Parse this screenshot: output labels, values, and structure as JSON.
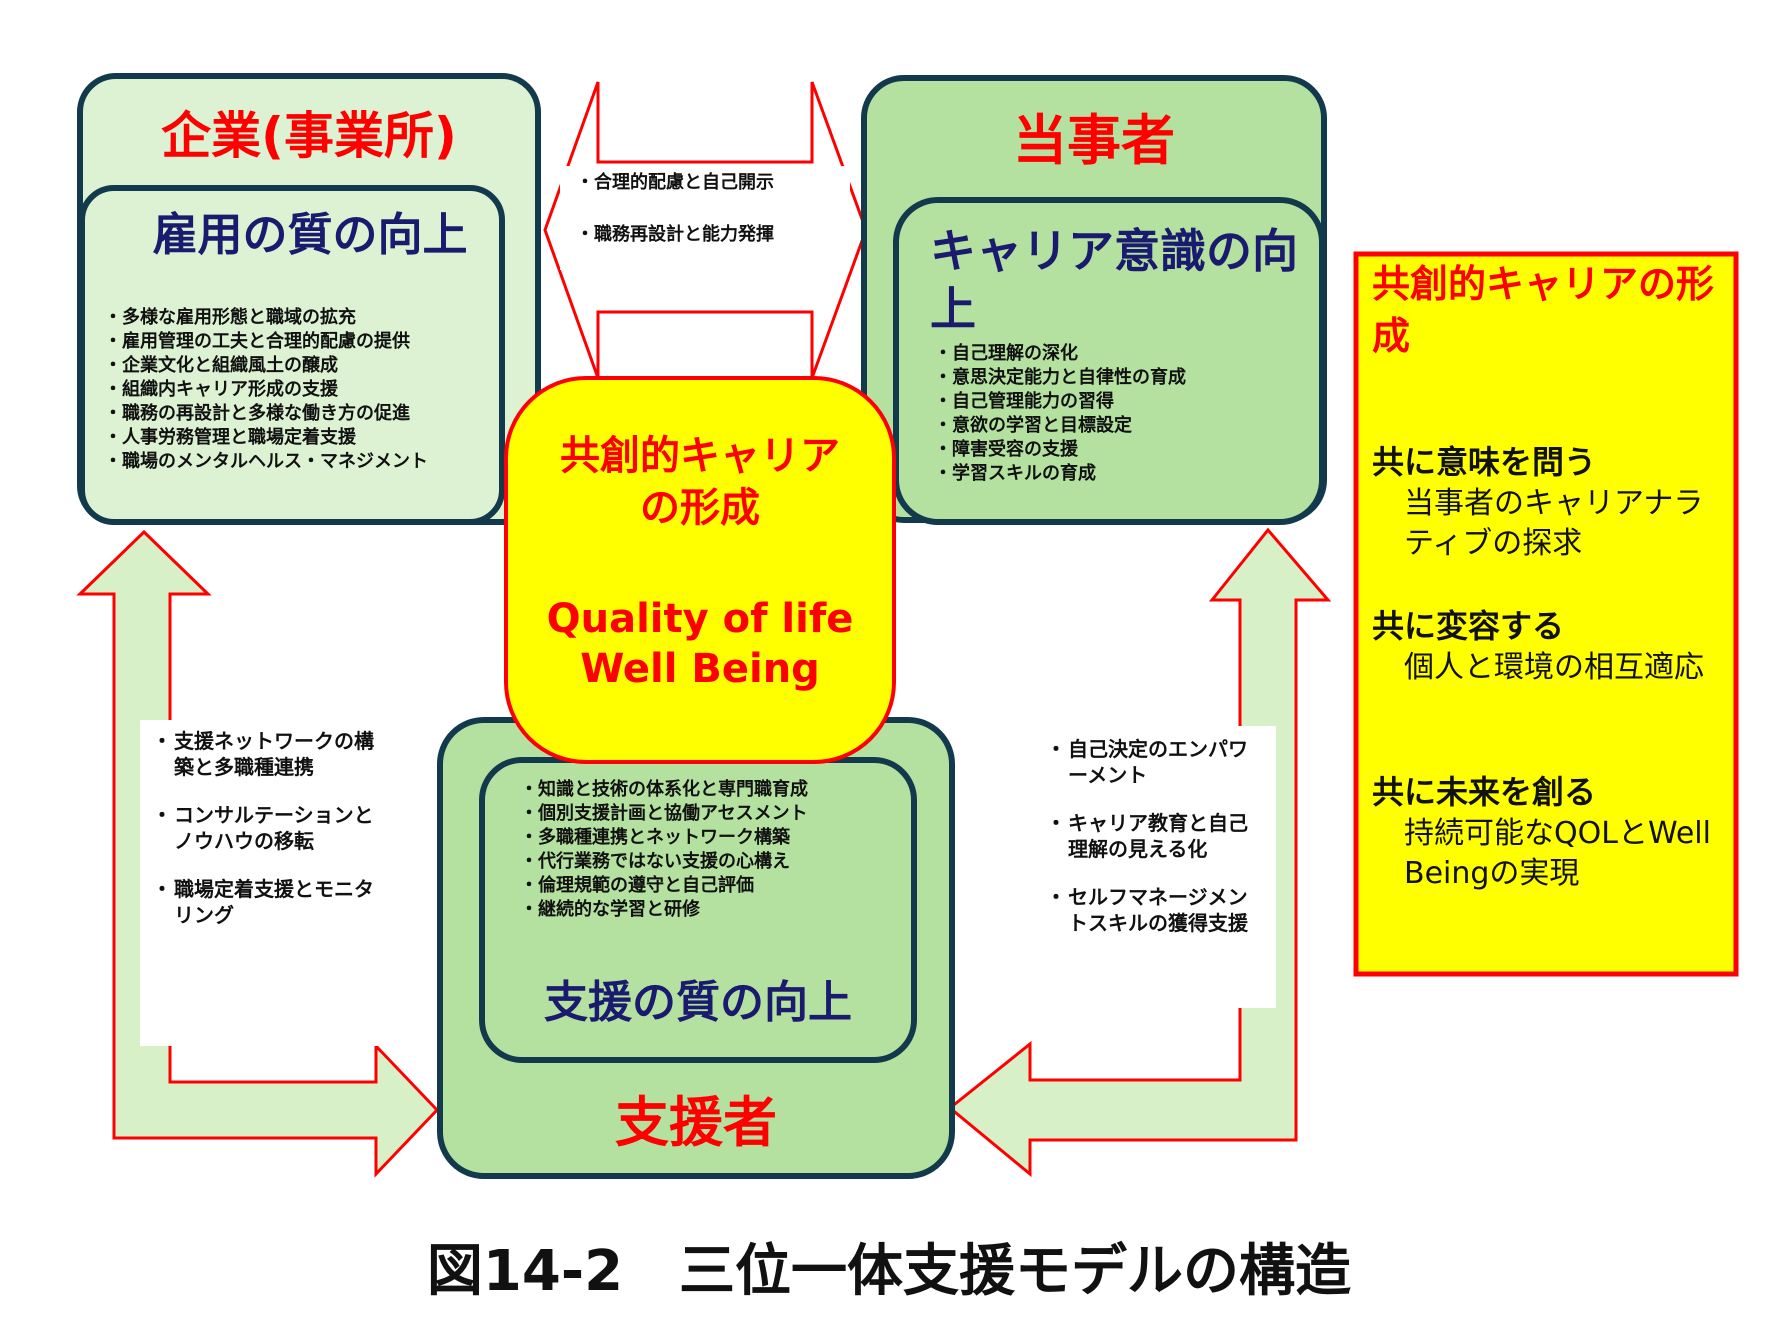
{
  "kigyo": {
    "title": "企業(事業所)",
    "inner_title": "雇用の質の向上",
    "items": [
      "多様な雇用形態と職域の拡充",
      "雇用管理の工夫と合理的配慮の提供",
      "企業文化と組織風土の醸成",
      "組織内キャリア形成の支援",
      "職務の再設計と多様な働き方の促進",
      "人事労務管理と職場定着支援",
      "職場のメンタルヘルス・マネジメント"
    ]
  },
  "tojisha": {
    "title": "当事者",
    "inner_title": "キャリア意識の向上",
    "items": [
      "自己理解の深化",
      "意思決定能力と自律性の育成",
      "自己管理能力の習得",
      "意欲の学習と目標設定",
      "障害受容の支援",
      "学習スキルの育成"
    ]
  },
  "shiensha": {
    "title": "支援者",
    "inner_title": "支援の質の向上",
    "items": [
      "知識と技術の体系化と専門職育成",
      "個別支援計画と協働アセスメント",
      "多職種連携とネットワーク構築",
      "代行業務ではない支援の心構え",
      "倫理規範の遵守と自己評価",
      "継続的な学習と研修"
    ]
  },
  "center": {
    "line1": "共創的キャリア",
    "line2": "の形成",
    "line3": "Quality of life",
    "line4": "Well Being"
  },
  "top_arrow": {
    "items": [
      "合理的配慮と自己開示",
      "職務再設計と能力発揮"
    ]
  },
  "left_arrow": {
    "items": [
      "支援ネットワークの構築と多職種連携",
      "コンサルテーションとノウハウの移転",
      "職場定着支援とモニタリング"
    ]
  },
  "right_arrow": {
    "items": [
      "自己決定のエンパワーメント",
      "キャリア教育と自己理解の見える化",
      "セルフマネージメントスキルの獲得支援"
    ]
  },
  "side_panel": {
    "title": "共創的キャリアの形成",
    "sections": [
      {
        "heading": "共に意味を問う",
        "body": "当事者のキャリアナラティブの探求"
      },
      {
        "heading": "共に変容する",
        "body": "個人と環境の相互適応"
      },
      {
        "heading": "共に未来を創る",
        "body": "持続可能なQOLとWell Beingの実現"
      }
    ]
  },
  "caption": "図14-2　三位一体支援モデルの構造",
  "colors": {
    "outer_fill_light": "#dcf2d2",
    "outer_fill_green": "#b4e1a0",
    "border_dark": "#133a4c",
    "arrow_red": "#ff0000",
    "arrow_fill": "#d8f0c8",
    "center_fill": "#ffff00",
    "title_red": "#ff0000",
    "title_navy": "#1a1a6e"
  }
}
